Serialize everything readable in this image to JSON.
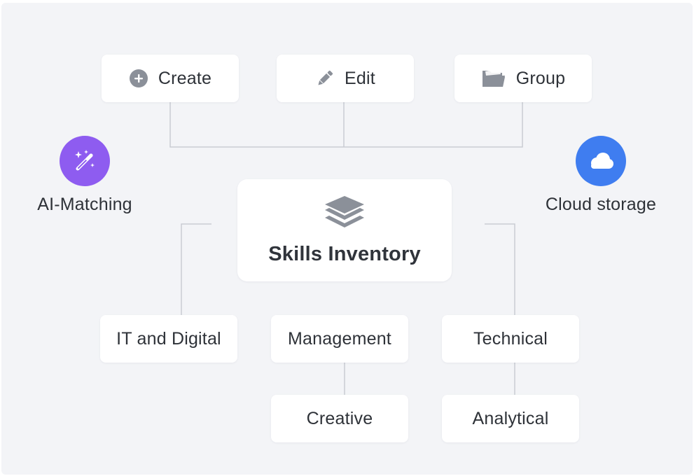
{
  "diagram": {
    "center": {
      "title": "Skills Inventory",
      "icon": "layers-icon"
    },
    "actions": [
      {
        "label": "Create",
        "icon": "plus-circle-icon"
      },
      {
        "label": "Edit",
        "icon": "pencil-icon"
      },
      {
        "label": "Group",
        "icon": "folder-open-icon"
      }
    ],
    "features": [
      {
        "label": "AI-Matching",
        "icon": "magic-wand-icon",
        "color": "#8e5cf0"
      },
      {
        "label": "Cloud storage",
        "icon": "cloud-icon",
        "color": "#3f7df0"
      }
    ],
    "categories": [
      {
        "label": "IT and Digital"
      },
      {
        "label": "Management"
      },
      {
        "label": "Technical"
      },
      {
        "label": "Creative"
      },
      {
        "label": "Analytical"
      }
    ],
    "colors": {
      "background": "#f3f4f7",
      "connector": "#c9ccd3",
      "connector_accent": "#4f63f0",
      "icon_gray": "#8b9099",
      "text": "#2e3238"
    }
  }
}
